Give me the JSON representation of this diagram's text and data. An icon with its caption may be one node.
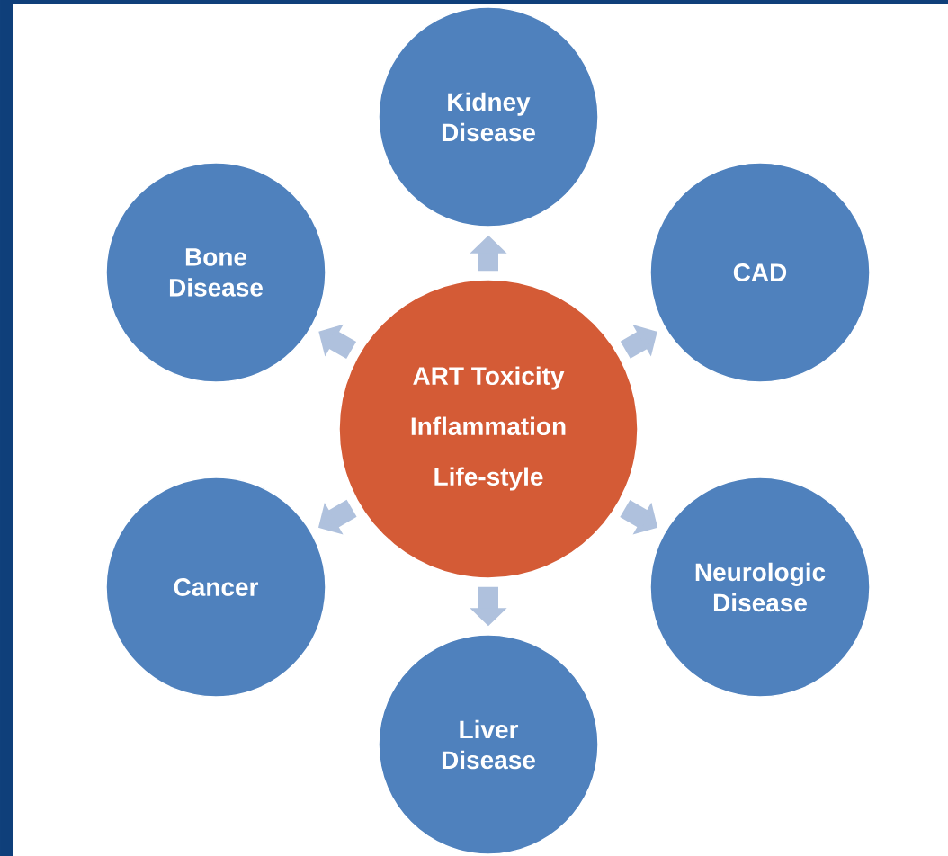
{
  "diagram": {
    "nodes": [
      {
        "text": [
          "ART Toxicity",
          "Inflammation",
          "Life-style"
        ]
      },
      {
        "text": [
          "Kidney Disease"
        ]
      },
      {
        "text": [
          "CAD"
        ]
      },
      {
        "text": [
          "Neurologic Disease"
        ]
      },
      {
        "text": [
          "Liver Disease"
        ]
      },
      {
        "text": [
          "Cancer"
        ]
      },
      {
        "text": [
          "Bone Disease"
        ]
      }
    ],
    "edges": [
      {
        "from": 0,
        "to": 1,
        "arrow": "to"
      },
      {
        "from": 0,
        "to": 2,
        "arrow": "to"
      },
      {
        "from": 0,
        "to": 3,
        "arrow": "to"
      },
      {
        "from": 0,
        "to": 4,
        "arrow": "to"
      },
      {
        "from": 0,
        "to": 5,
        "arrow": "to"
      },
      {
        "from": 0,
        "to": 6,
        "arrow": "to"
      }
    ]
  }
}
